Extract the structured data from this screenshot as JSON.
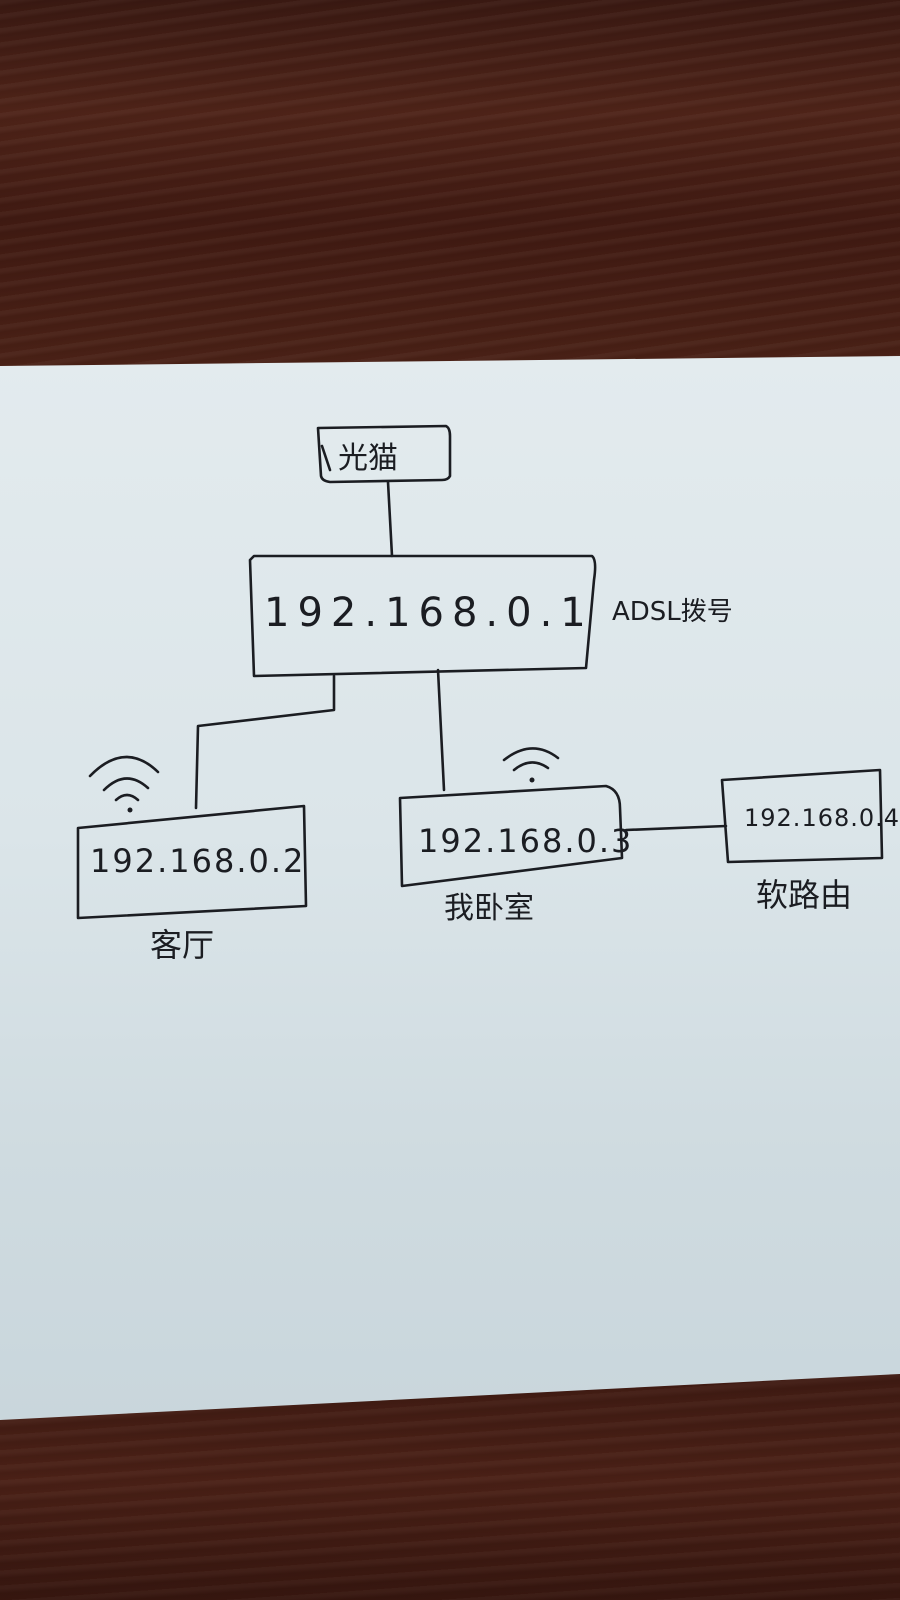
{
  "diagram": {
    "modem": {
      "label": "光猫"
    },
    "main_router": {
      "ip": "192.168.0.1",
      "note": "ADSL拨号"
    },
    "living_room_router": {
      "ip": "192.168.0.2",
      "caption": "客厅"
    },
    "bedroom_router": {
      "ip": "192.168.0.3",
      "caption": "我卧室"
    },
    "soft_router": {
      "ip": "192.168.0.4",
      "caption": "软路由"
    }
  }
}
